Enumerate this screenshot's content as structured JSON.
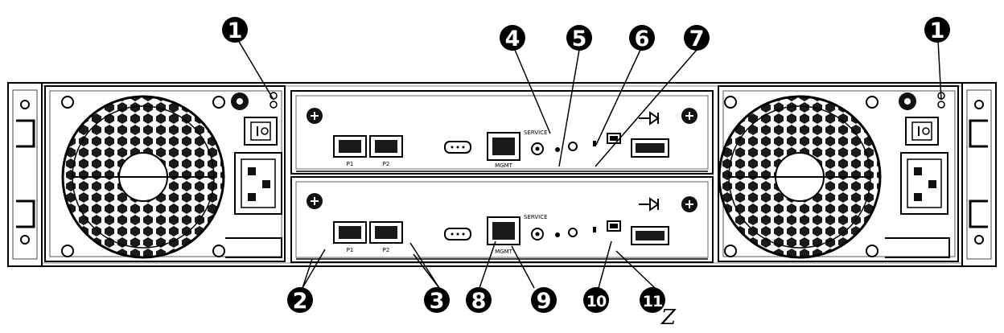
{
  "callouts": [
    "1",
    "2",
    "3",
    "4",
    "5",
    "6",
    "7",
    "8",
    "9",
    "10",
    "11"
  ],
  "port_labels": {
    "p1": "P1",
    "p2": "P2",
    "mgmt": "MGMT",
    "service": "SERVICE"
  },
  "figure_mark": "Z"
}
